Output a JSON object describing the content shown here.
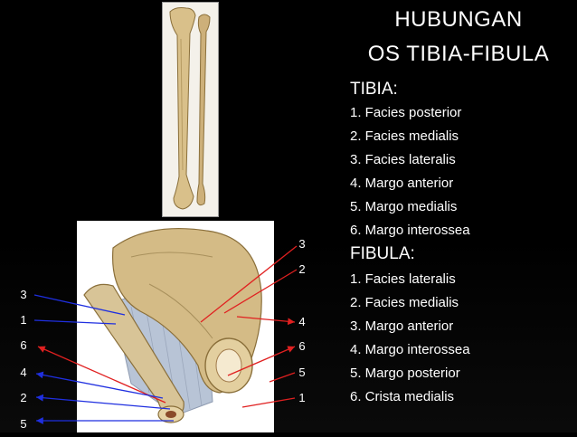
{
  "title": {
    "line1": "HUBUNGAN",
    "line2": "OS TIBIA-FIBULA"
  },
  "tibia": {
    "heading": "TIBIA:",
    "items": [
      "1. Facies posterior",
      "2. Facies medialis",
      "3. Facies lateralis",
      "4. Margo anterior",
      "5. Margo medialis",
      "6. Margo interossea"
    ]
  },
  "fibula": {
    "heading": "FIBULA:",
    "items": [
      "1. Facies lateralis",
      "2. Facies medialis",
      "3. Margo anterior",
      "4. Margo interossea",
      "5. Margo posterior",
      "6. Crista medialis"
    ]
  },
  "left_labels": [
    "3",
    "1",
    "6",
    "4",
    "2",
    "5"
  ],
  "right_labels": [
    "3",
    "2",
    "4",
    "6",
    "5",
    "1"
  ],
  "colors": {
    "background": "#000000",
    "text": "#ffffff",
    "bone": "#d9c08a",
    "arrow_red": "#e02020",
    "arrow_blue": "#1f2fe0"
  }
}
